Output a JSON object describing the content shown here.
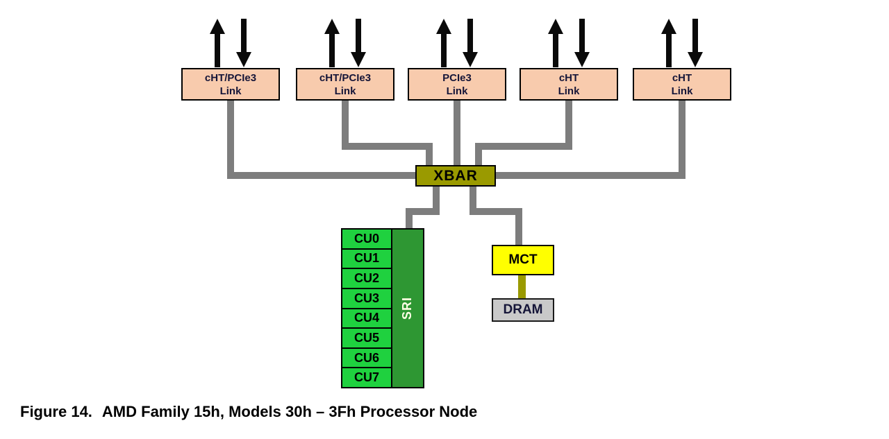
{
  "diagram": {
    "links": [
      {
        "line1": "cHT/PCIe3",
        "line2": "Link"
      },
      {
        "line1": "cHT/PCIe3",
        "line2": "Link"
      },
      {
        "line1": "PCIe3",
        "line2": "Link"
      },
      {
        "line1": "cHT",
        "line2": "Link"
      },
      {
        "line1": "cHT",
        "line2": "Link"
      }
    ],
    "xbar": {
      "label": "XBAR"
    },
    "sri": {
      "label": "SRI",
      "cus": [
        "CU0",
        "CU1",
        "CU2",
        "CU3",
        "CU4",
        "CU5",
        "CU6",
        "CU7"
      ]
    },
    "mct": {
      "label": "MCT"
    },
    "dram": {
      "label": "DRAM"
    },
    "colors": {
      "link_fill": "#f8cbad",
      "xbar_fill": "#9a9a00",
      "mct_fill": "#ffff00",
      "dram_fill": "#c9c9c9",
      "cu_fill": "#1fd13f",
      "sri_fill": "#2e9733",
      "connector_gray": "#7d7d7d",
      "connector_olive": "#9a9a00",
      "sri_text": "#ffffe6",
      "arrow_black": "#0a0a0a"
    }
  },
  "caption": {
    "label": "Figure 14.",
    "title": "AMD Family 15h, Models 30h – 3Fh Processor Node"
  }
}
